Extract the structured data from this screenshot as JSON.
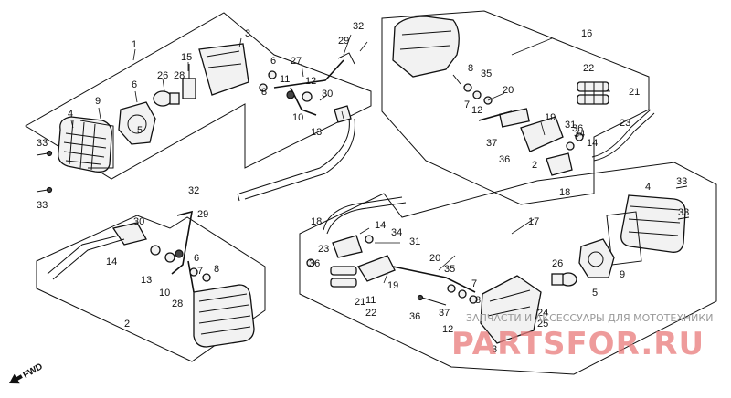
{
  "callouts": [
    "1",
    "2",
    "3",
    "4",
    "5",
    "6",
    "7",
    "8",
    "9",
    "10",
    "11",
    "12",
    "13",
    "14",
    "15",
    "16",
    "17",
    "18",
    "19",
    "20",
    "21",
    "22",
    "23",
    "24",
    "25",
    "26",
    "27",
    "28",
    "29",
    "30",
    "31",
    "32",
    "33",
    "34",
    "35",
    "36",
    "37"
  ],
  "direction_label": "FWD",
  "watermark": {
    "tagline": "ЗАПЧАСТИ И АКСЕССУАРЫ ДЛЯ МОТОТЕХНИКИ",
    "brand": "PARTSFOR.RU"
  },
  "colors": {
    "line": "#111111",
    "watermark": "#e87a7a",
    "background": "#ffffff"
  }
}
